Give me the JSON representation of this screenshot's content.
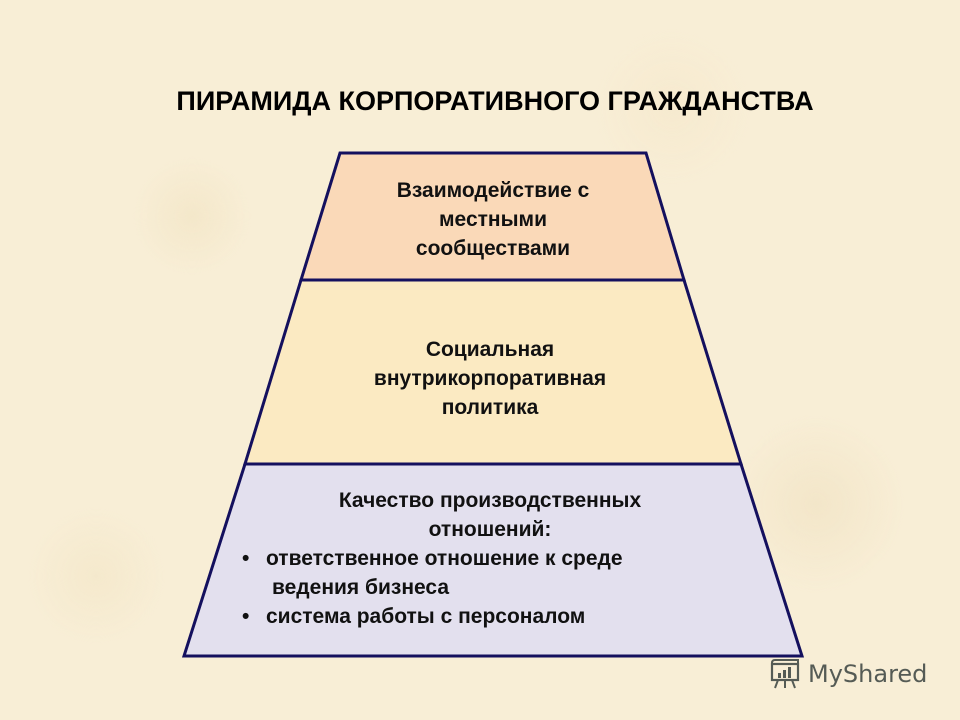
{
  "title": "ПИРАМИДА КОРПОРАТИВНОГО ГРАЖДАНСТВА",
  "colors": {
    "background": "#f8eed6",
    "border": "#14105e",
    "tier_top": "#fad9b8",
    "tier_middle": "#fbeac2",
    "tier_bottom": "#e3e0ee"
  },
  "tiers": [
    {
      "level": "top",
      "lines": [
        "Взаимодействие с",
        "местными",
        "сообществами"
      ]
    },
    {
      "level": "middle",
      "lines": [
        "Социальная",
        "внутрикорпоративная",
        "политика"
      ]
    },
    {
      "level": "bottom",
      "heading_lines": [
        "Качество производственных",
        "отношений:"
      ],
      "bullets": [
        {
          "bullet": "•",
          "line1": "ответственное отношение к среде",
          "line2": "ведения бизнеса"
        },
        {
          "bullet": "•",
          "line1": "система работы с персоналом"
        }
      ]
    }
  ],
  "watermark": {
    "icon": "presentation-board-icon",
    "text": "MyShared"
  }
}
